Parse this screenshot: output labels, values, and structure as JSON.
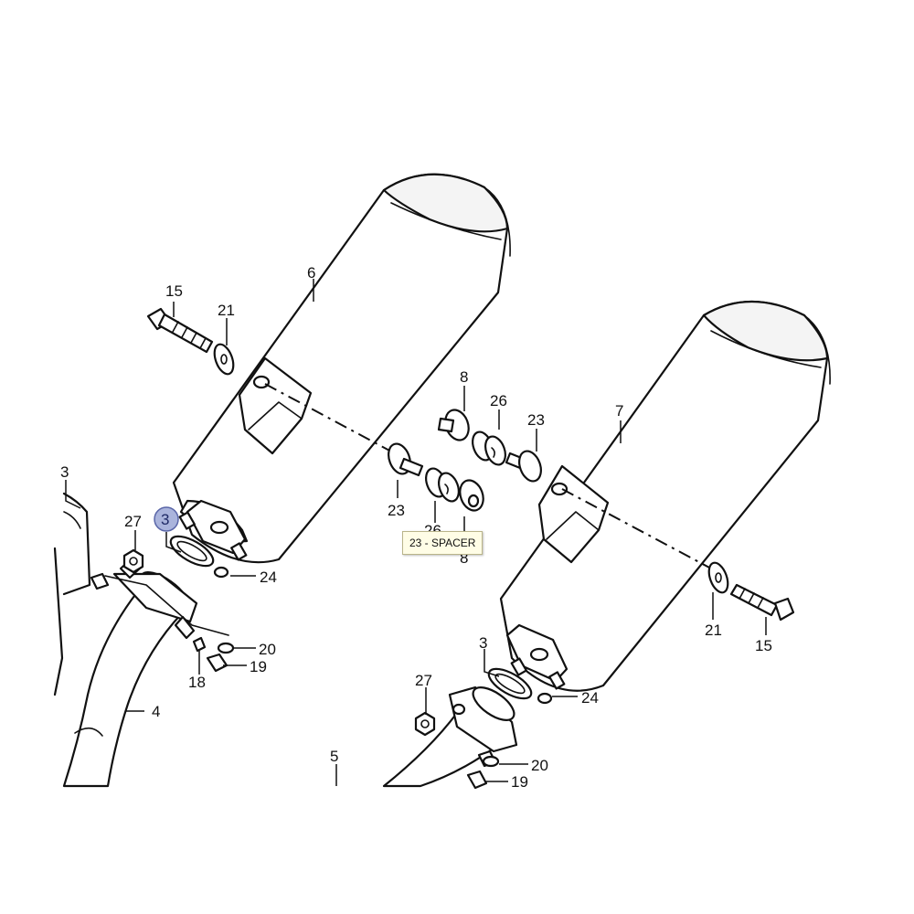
{
  "tooltip": {
    "text": "23 - SPACER"
  },
  "labels": {
    "l3_left_top": "3",
    "l3_hot": "3",
    "l3_right": "3",
    "l4": "4",
    "l5": "5",
    "l6": "6",
    "l7": "7",
    "l8_top": "8",
    "l8_bottom": "8",
    "l15_left": "15",
    "l15_right": "15",
    "l18": "18",
    "l19_left": "19",
    "l19_right": "19",
    "l20_left": "20",
    "l20_right": "20",
    "l21_left": "21",
    "l21_right": "21",
    "l23_left": "23",
    "l23_right": "23",
    "l24_left": "24",
    "l24_right": "24",
    "l26_top": "26",
    "l26_bottom": "26",
    "l27_left": "27",
    "l27_right": "27"
  },
  "colors": {
    "highlight": "#aab4dc",
    "tooltip_bg": "#fffde6"
  }
}
